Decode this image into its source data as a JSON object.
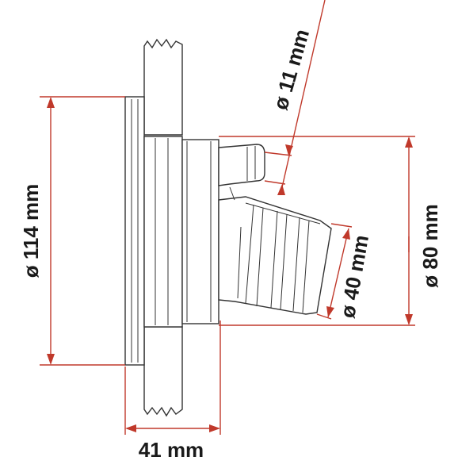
{
  "dimensions": {
    "hose_small": "ø 11 mm",
    "flange_diameter": "ø 114 mm",
    "body_diameter": "ø 80 mm",
    "hose_large": "ø 40 mm",
    "depth": "41 mm"
  },
  "colors": {
    "dimension_lines": "#c0392b",
    "outline": "#333333",
    "text": "#1a1a1a"
  }
}
